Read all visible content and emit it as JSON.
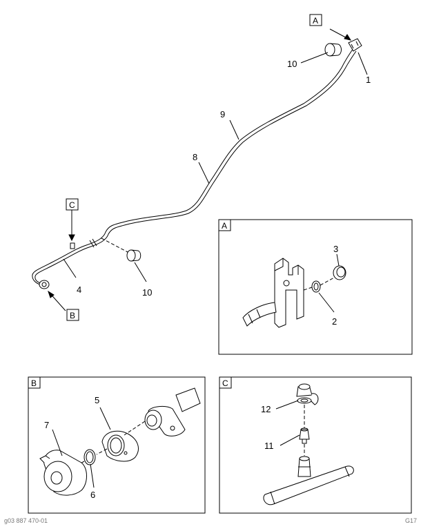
{
  "callouts": {
    "part_1": "1",
    "part_2": "2",
    "part_3": "3",
    "part_4": "4",
    "part_5": "5",
    "part_6": "6",
    "part_7": "7",
    "part_8": "8",
    "part_9": "9",
    "part_10_top": "10",
    "part_10_mid": "10",
    "part_11": "11",
    "part_12": "12"
  },
  "detail_refs": {
    "a": "A",
    "b": "B",
    "c": "C"
  },
  "detail_boxes": {
    "a_label": "A",
    "b_label": "B",
    "c_label": "C"
  },
  "footer": {
    "left": "g03 887 470-01",
    "right": "G17"
  }
}
